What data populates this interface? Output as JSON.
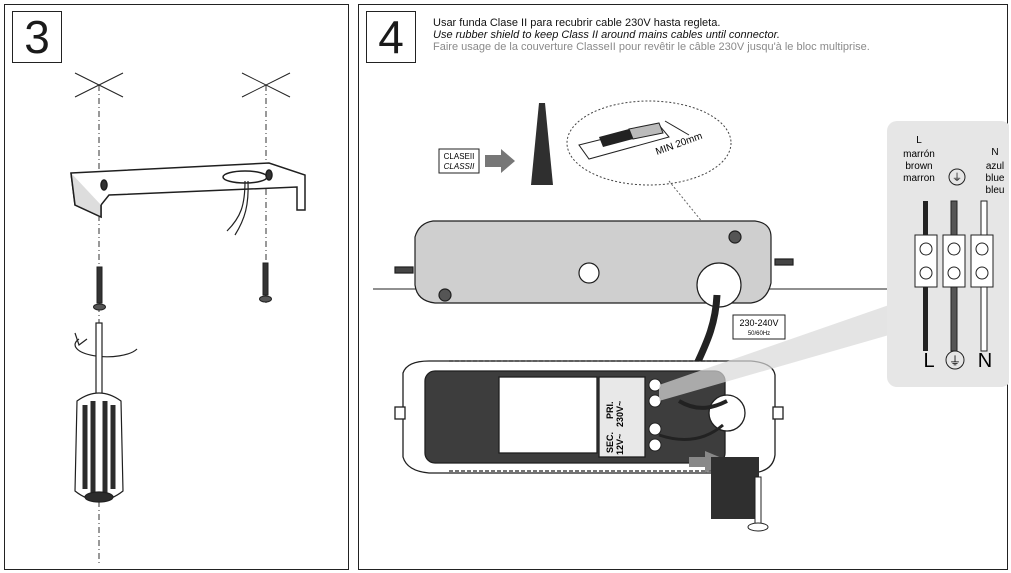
{
  "step3": {
    "number": "3"
  },
  "step4": {
    "number": "4",
    "instruction_es": "Usar funda Clase II para recubrir cable 230V hasta regleta.",
    "instruction_en": "Use rubber shield to keep Class II around mains cables until connector.",
    "instruction_fr": "Faire usage de la couverture ClasseII pour revêtir le câble 230V jusqu'à le bloc multiprise.",
    "clase_label_1": "CLASEII",
    "clase_label_2": "CLASSII",
    "min_label": "MIN 20mm",
    "voltage_label": "230-240V",
    "freq_label": "50/60Hz",
    "pri_label_1": "PRI.",
    "pri_label_2": "230V~",
    "sec_label_1": "SEC.",
    "sec_label_2": "12V~"
  },
  "wiring": {
    "live": {
      "letter": "L",
      "names": [
        "marrón",
        "brown",
        "marron"
      ],
      "symbol": "L"
    },
    "neutral": {
      "letter": "N",
      "names": [
        "azul",
        "blue",
        "bleu"
      ],
      "symbol": "N"
    },
    "earth_symbol": "⏚"
  },
  "colors": {
    "line": "#1f1f1f",
    "grey_panel": "#e6e6e6",
    "dark_fill": "#3d3d3d",
    "mid_grey": "#b8b8b8"
  }
}
